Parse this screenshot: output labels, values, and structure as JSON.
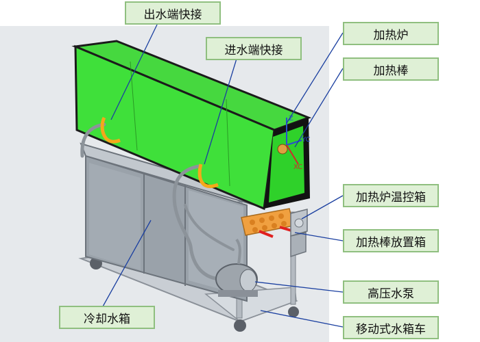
{
  "colors": {
    "label_fill": "#dff0d6",
    "label_border": "#8fbf7f",
    "furnace_green": "#3fe03a",
    "frame_gray": "#b9bfc6",
    "leader_line": "#1a3fa0",
    "heater_rod_orange": "#f0a040",
    "inlet_pipe_orange": "#f4a81a"
  },
  "labels": {
    "water_outlet_coupling": "出水端快接",
    "water_inlet_coupling": "进水端快接",
    "heating_furnace": "加热炉",
    "heating_rod": "加热棒",
    "furnace_temp_control_box": "加热炉温控箱",
    "rod_storage_box": "加热棒放置箱",
    "cooling_water_tank": "冷却水箱",
    "high_pressure_pump": "高压水泵",
    "mobile_tank_cart": "移动式水箱车"
  },
  "axis_labels": {
    "z": "Z",
    "y": "YC",
    "x": "XC"
  }
}
